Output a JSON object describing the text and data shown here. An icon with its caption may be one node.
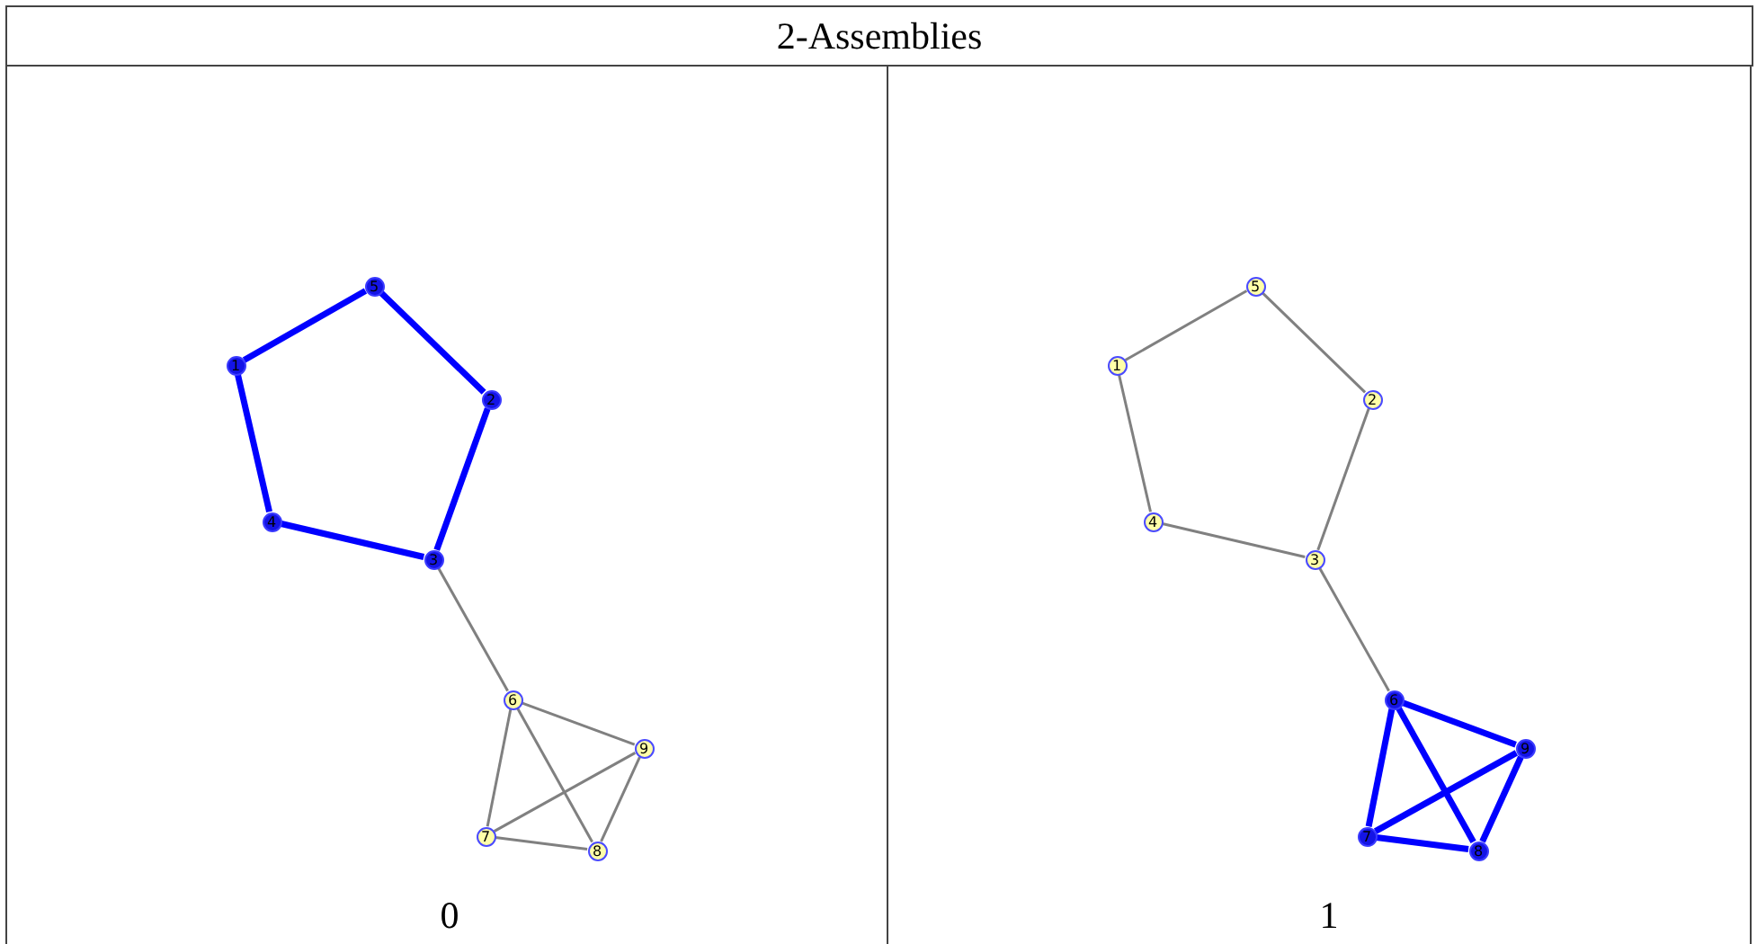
{
  "diagram": {
    "title": "2-Assemblies",
    "nodes": [
      {
        "text": [
          "0"
        ]
      },
      {
        "text": [
          "1"
        ],
        "in": 0
      },
      {
        "text": [
          "2"
        ],
        "in": 0
      },
      {
        "text": [
          "3"
        ],
        "in": 0
      },
      {
        "text": [
          "4"
        ],
        "in": 0
      },
      {
        "text": [
          "5"
        ],
        "in": 0
      },
      {
        "text": [
          "6"
        ],
        "in": 0
      },
      {
        "text": [
          "7"
        ],
        "in": 0
      },
      {
        "text": [
          "8"
        ],
        "in": 0
      },
      {
        "text": [
          "9"
        ],
        "in": 0
      },
      {
        "text": [
          "1"
        ]
      },
      {
        "text": [
          "1"
        ],
        "in": 10
      },
      {
        "text": [
          "2"
        ],
        "in": 10
      },
      {
        "text": [
          "3"
        ],
        "in": 10
      },
      {
        "text": [
          "4"
        ],
        "in": 10
      },
      {
        "text": [
          "5"
        ],
        "in": 10
      },
      {
        "text": [
          "6"
        ],
        "in": 10
      },
      {
        "text": [
          "7"
        ],
        "in": 10
      },
      {
        "text": [
          "8"
        ],
        "in": 10
      },
      {
        "text": [
          "9"
        ],
        "in": 10
      }
    ],
    "edges": [
      {
        "from": 1,
        "to": 5,
        "arrow": "none",
        "style": "thick",
        "color": "#0000ff"
      },
      {
        "from": 5,
        "to": 2,
        "arrow": "none",
        "style": "thick",
        "color": "#0000ff"
      },
      {
        "from": 2,
        "to": 3,
        "arrow": "none",
        "style": "thick",
        "color": "#0000ff"
      },
      {
        "from": 3,
        "to": 4,
        "arrow": "none",
        "style": "thick",
        "color": "#0000ff"
      },
      {
        "from": 4,
        "to": 1,
        "arrow": "none",
        "style": "thick",
        "color": "#0000ff"
      },
      {
        "from": 3,
        "to": 6,
        "arrow": "none"
      },
      {
        "from": 6,
        "to": 7,
        "arrow": "none"
      },
      {
        "from": 6,
        "to": 8,
        "arrow": "none"
      },
      {
        "from": 6,
        "to": 9,
        "arrow": "none"
      },
      {
        "from": 7,
        "to": 8,
        "arrow": "none"
      },
      {
        "from": 7,
        "to": 9,
        "arrow": "none"
      },
      {
        "from": 8,
        "to": 9,
        "arrow": "none"
      },
      {
        "from": 11,
        "to": 15,
        "arrow": "none"
      },
      {
        "from": 15,
        "to": 12,
        "arrow": "none"
      },
      {
        "from": 12,
        "to": 13,
        "arrow": "none"
      },
      {
        "from": 13,
        "to": 14,
        "arrow": "none"
      },
      {
        "from": 14,
        "to": 11,
        "arrow": "none"
      },
      {
        "from": 13,
        "to": 16,
        "arrow": "none"
      },
      {
        "from": 16,
        "to": 17,
        "arrow": "none",
        "style": "thick",
        "color": "#0000ff"
      },
      {
        "from": 16,
        "to": 18,
        "arrow": "none",
        "style": "thick",
        "color": "#0000ff"
      },
      {
        "from": 16,
        "to": 19,
        "arrow": "none",
        "style": "thick",
        "color": "#0000ff"
      },
      {
        "from": 17,
        "to": 18,
        "arrow": "none",
        "style": "thick",
        "color": "#0000ff"
      },
      {
        "from": 17,
        "to": 19,
        "arrow": "none",
        "style": "thick",
        "color": "#0000ff"
      },
      {
        "from": 18,
        "to": 19,
        "arrow": "none",
        "style": "thick",
        "color": "#0000ff"
      }
    ]
  }
}
